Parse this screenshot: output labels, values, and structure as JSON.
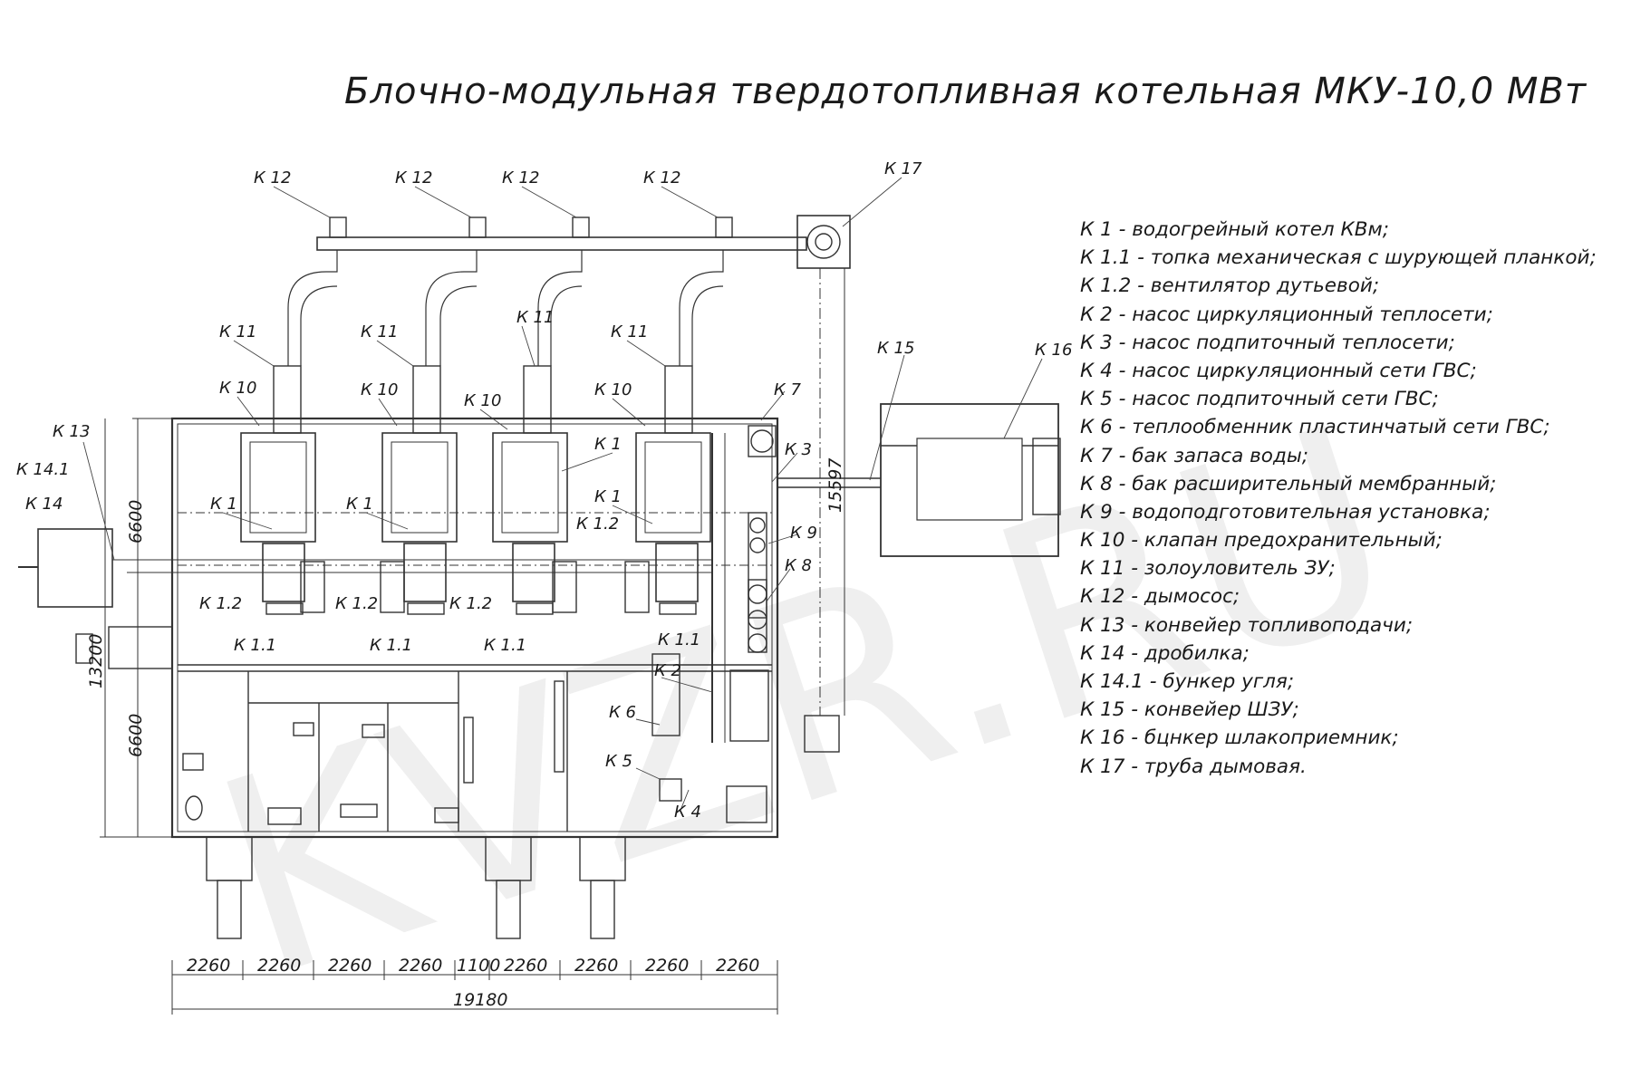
{
  "title": "Блочно-модульная твердотопливная котельная МКУ-10,0  МВт",
  "watermark": "KVZR.RU",
  "legend": [
    "К 1 - водогрейный котел КВм;",
    "К 1.1 - топка механическая с шурующей планкой;",
    "К 1.2 - вентилятор дутьевой;",
    "К 2 - насос циркуляционный теплосети;",
    "К 3 - насос подпиточный теплосети;",
    "К 4 - насос циркуляционный сети ГВС;",
    "К 5 - насос подпиточный сети ГВС;",
    "К 6 - теплообменник пластинчатый сети ГВС;",
    "К 7 - бак запаса воды;",
    "К 8 - бак расширительный мембранный;",
    "К 9 - водоподготовительная установка;",
    "К 10 - клапан предохранительный;",
    "К 11 - золоуловитель ЗУ;",
    "К 12 - дымосос;",
    "К 13 - конвейер топливоподачи;",
    "К 14 - дробилка;",
    "К 14.1 - бункер угля;",
    "К 15 - конвейер ШЗУ;",
    "К 16 - бцнкер шлакоприемник;",
    "К 17 - труба дымовая."
  ],
  "callouts": {
    "k1": "К 1",
    "k11": "К 1.1",
    "k12": "К 1.2",
    "k2": "К 2",
    "k3": "К 3",
    "k4": "К 4",
    "k5": "К 5",
    "k6": "К 6",
    "k7": "К 7",
    "k8": "К 8",
    "k9": "К 9",
    "k10": "К 10",
    "k11z": "К 11",
    "k12d": "К 12",
    "k13": "К 13",
    "k14": "К 14",
    "k141": "К 14.1",
    "k15": "К 15",
    "k16": "К 16",
    "k17": "К 17"
  },
  "dimensions": {
    "bays": [
      "2260",
      "2260",
      "2260",
      "2260",
      "1100",
      "2260",
      "2260",
      "2260",
      "2260"
    ],
    "total_width": "19180",
    "height_upper": "6600",
    "height_lower": "6600",
    "height_total": "13200",
    "stack_height": "15597"
  }
}
